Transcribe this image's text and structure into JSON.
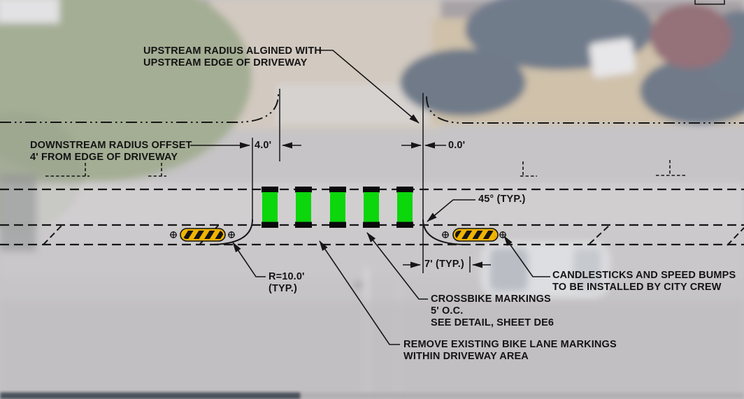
{
  "colors": {
    "crossbike_green": "#0cd60c",
    "candlestick_yellow": "#f0b300",
    "drawing_line": "#161616",
    "label_text": "#141414"
  },
  "annotations": {
    "upstream_note": {
      "line1": "UPSTREAM RADIUS ALGINED WITH",
      "line2": "UPSTREAM EDGE OF DRIVEWAY"
    },
    "downstream_note": {
      "line1": "DOWNSTREAM RADIUS OFFSET",
      "line2": "4' FROM EDGE OF DRIVEWAY"
    },
    "downstream_offset_dim": "4.0'",
    "upstream_offset_dim": "0.0'",
    "marking_angle": "45° (TYP.)",
    "radius": {
      "line1": "R=10.0'",
      "line2": "(TYP.)"
    },
    "bump_offset_dim": "7' (TYP.)",
    "candlesticks_note": {
      "line1": "CANDLESTICKS AND SPEED BUMPS",
      "line2": "TO BE INSTALLED BY CITY CREW"
    },
    "crossbike_note": {
      "line1": "CROSSBIKE MARKINGS",
      "line2": "5' O.C.",
      "line3": "SEE DETAIL, SHEET DE6"
    },
    "remove_note": {
      "line1": "REMOVE EXISTING BIKE LANE MARKINGS",
      "line2": "WITHIN DRIVEWAY AREA"
    }
  }
}
